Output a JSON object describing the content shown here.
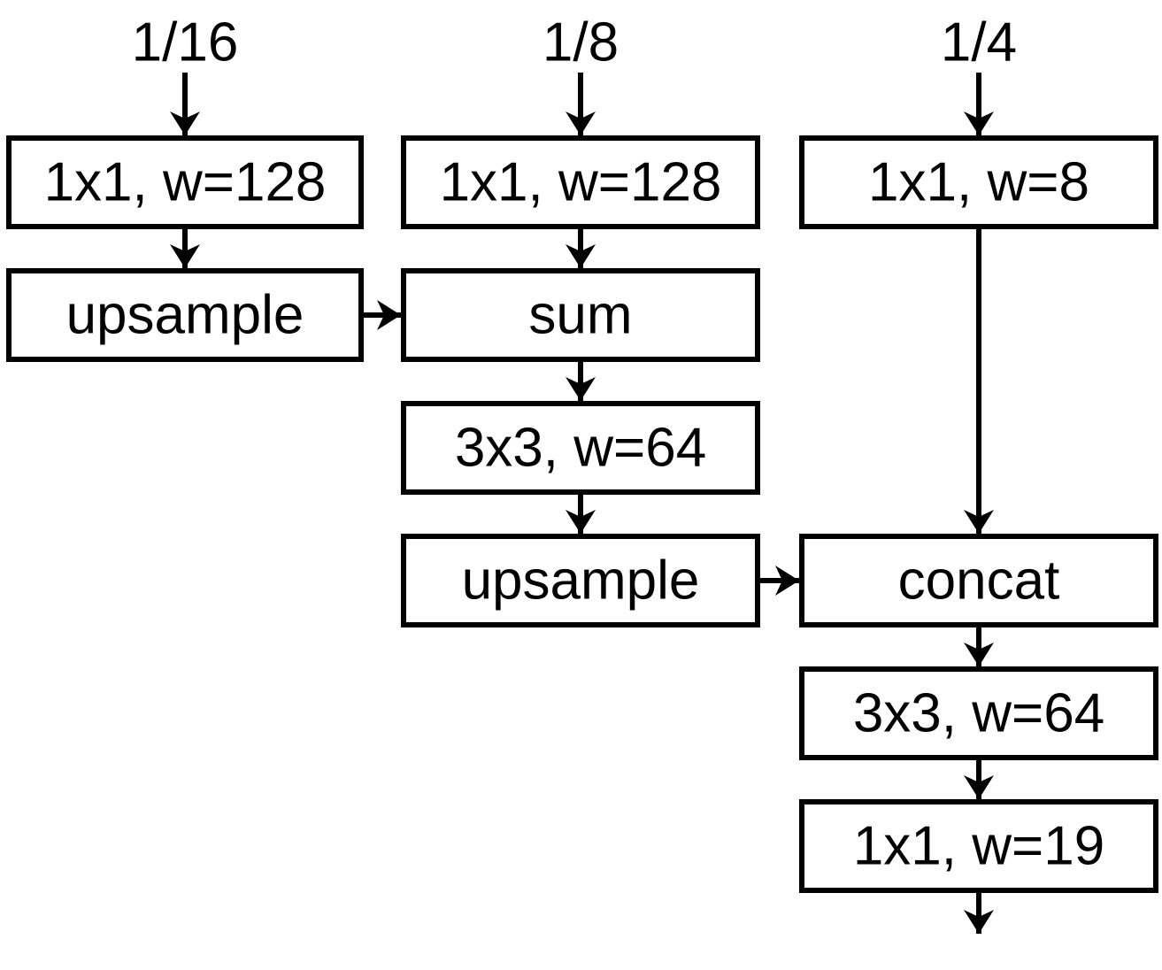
{
  "diagram": {
    "inputs": {
      "scale16": "1/16",
      "scale8": "1/8",
      "scale4": "1/4"
    },
    "nodes": {
      "conv1x1_s16": "1x1, w=128",
      "upsample_s16": "upsample",
      "conv1x1_s8": "1x1, w=128",
      "sum": "sum",
      "conv3x3_s8": "3x3, w=64",
      "upsample_s8": "upsample",
      "conv1x1_s4": "1x1, w=8",
      "concat": "concat",
      "conv3x3_s4": "3x3, w=64",
      "conv1x1_out": "1x1, w=19"
    },
    "colors": {
      "stroke": "#000000",
      "box_fill": "#ffffff",
      "background": "#ffffff"
    }
  }
}
